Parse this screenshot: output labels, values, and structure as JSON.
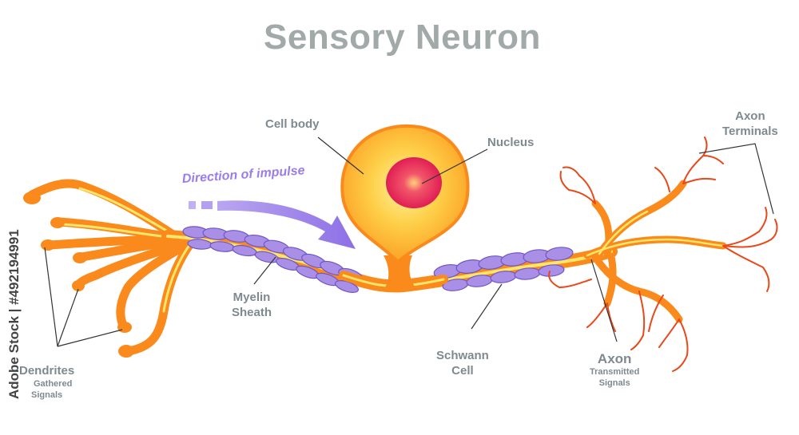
{
  "title": "Sensory Neuron",
  "labels": {
    "cell_body": "Cell body",
    "nucleus": "Nucleus",
    "direction": "Direction of impulse",
    "myelin_line1": "Myelin",
    "myelin_line2": "Sheath",
    "dendrites": "Dendrites",
    "dendrites_sub1": "Gathered",
    "dendrites_sub2": "Signals",
    "schwann_line1": "Schwann",
    "schwann_line2": "Cell",
    "axon": "Axon",
    "axon_sub1": "Transmitted",
    "axon_sub2": "Signals",
    "axon_terminals_line1": "Axon",
    "axon_terminals_line2": "Terminals"
  },
  "watermark": "Adobe Stock | #492194991",
  "colors": {
    "neuron_orange": "#fb8a1c",
    "neuron_yellow": "#fde66a",
    "soma_fill": "#fdb224",
    "nucleus": "#e32b5a",
    "myelin": "#a990e6",
    "title_gray": "#a2a9a9",
    "label_gray": "#7e8a8f",
    "impulse_purple": "#9a7cec",
    "terminal_red": "#e8481a"
  }
}
